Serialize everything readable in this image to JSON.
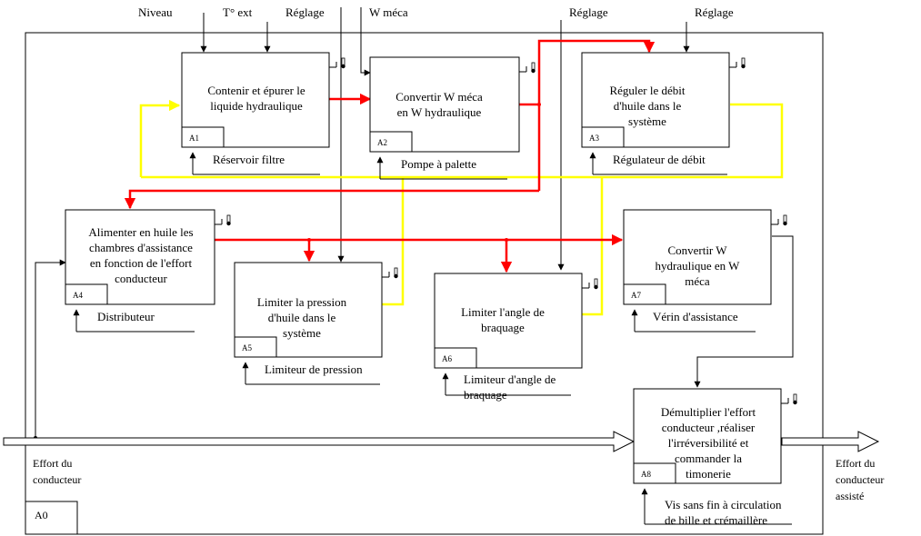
{
  "colors": {
    "red": "#ff0000",
    "yellow": "#ffff00",
    "black": "#000000"
  },
  "inputs_top": {
    "niveau": "Niveau",
    "t_ext": "T° ext",
    "reglage_1": "Réglage",
    "w_meca": "W méca",
    "reglage_2": "Réglage",
    "reglage_3": "Réglage"
  },
  "context": {
    "code": "A0"
  },
  "flows": {
    "effort_in": [
      "Effort du",
      "conducteur"
    ],
    "effort_out": [
      "Effort du",
      "conducteur",
      "assisté"
    ]
  },
  "boxes": [
    {
      "code": "A1",
      "lines": [
        "Contenir et épurer le",
        "liquide hydraulique"
      ],
      "mechanism": [
        "Réservoir filtre"
      ]
    },
    {
      "code": "A2",
      "lines": [
        "Convertir W méca",
        "en W hydraulique"
      ],
      "mechanism": [
        "Pompe à palette"
      ]
    },
    {
      "code": "A3",
      "lines": [
        "Réguler le débit",
        "d'huile dans le",
        "système"
      ],
      "mechanism": [
        "Régulateur de débit"
      ]
    },
    {
      "code": "A4",
      "lines": [
        "Alimenter en huile les",
        "chambres d'assistance",
        "en fonction de l'effort",
        "conducteur"
      ],
      "mechanism": [
        "Distributeur"
      ]
    },
    {
      "code": "A5",
      "lines": [
        "Limiter la pression",
        "d'huile dans le",
        "système"
      ],
      "mechanism": [
        "Limiteur de pression"
      ]
    },
    {
      "code": "A6",
      "lines": [
        "Limiter l'angle de",
        "braquage"
      ],
      "mechanism": [
        "Limiteur d'angle de",
        "braquage"
      ]
    },
    {
      "code": "A7",
      "lines": [
        "Convertir W",
        "hydraulique en W",
        "méca"
      ],
      "mechanism": [
        "Vérin d'assistance"
      ]
    },
    {
      "code": "A8",
      "lines": [
        "Démultiplier l'effort",
        "conducteur ,réaliser",
        "l'irréversibilité et",
        "commander la",
        "timonerie"
      ],
      "mechanism": [
        "Vis sans fin à circulation",
        "de bille et crémaillère"
      ]
    }
  ]
}
